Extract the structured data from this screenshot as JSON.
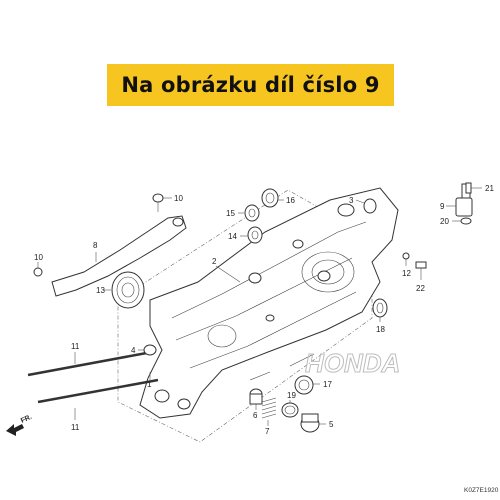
{
  "banner": {
    "text": "Na obrázku díl číslo 9",
    "color": "#f7c51f"
  },
  "parts": {
    "p1": "1",
    "p2": "2",
    "p3": "3",
    "p4": "4",
    "p5": "5",
    "p6": "6",
    "p7": "7",
    "p8": "8",
    "p9": "9",
    "p10a": "10",
    "p10b": "10",
    "p11a": "11",
    "p11b": "11",
    "p12": "12",
    "p13": "13",
    "p14": "14",
    "p15": "15",
    "p16": "16",
    "p17": "17",
    "p18": "18",
    "p19": "19",
    "p20": "20",
    "p21": "21",
    "p22": "22"
  },
  "direction": "FR.",
  "watermark": "HONDA",
  "diagram_code": "K0Z7E1920",
  "icons": {
    "front_arrow": "front-direction-arrow-icon"
  }
}
